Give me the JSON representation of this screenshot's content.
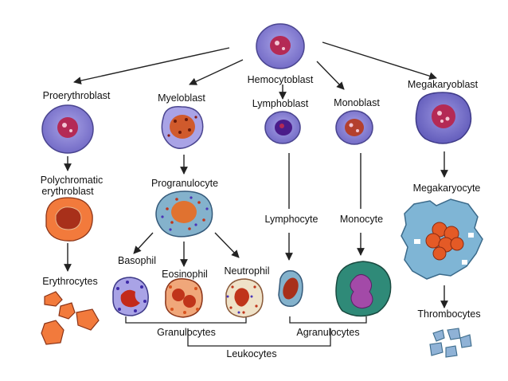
{
  "labels": {
    "hemocytoblast": "Hemocytoblast",
    "proerythroblast": "Proerythroblast",
    "myeloblast": "Myeloblast",
    "lymphoblast": "Lymphoblast",
    "monoblast": "Monoblast",
    "megakaryoblast": "Megakaryoblast",
    "polychromatic_line1": "Polychromatic",
    "polychromatic_line2": "erythroblast",
    "progranulocyte": "Progranulocyte",
    "megakaryocyte": "Megakaryocyte",
    "lymphocyte": "Lymphocyte",
    "monocyte": "Monocyte",
    "basophil": "Basophil",
    "eosinophil": "Eosinophil",
    "neutrophil": "Neutrophil",
    "erythrocytes": "Erythrocytes",
    "thrombocytes": "Thrombocytes",
    "granulocytes": "Granulocytes",
    "agranulocytes": "Agranulocytes",
    "leukocytes": "Leukocytes"
  },
  "colors": {
    "arrow": "#222222",
    "blast_cytoplasm": "#8b84d4",
    "blast_nucleus": "#b42a55",
    "erythro_fill": "#f27a3c",
    "erythro_nucleus": "#a8301a",
    "granulocyte_fill": "#84b2cc",
    "granule_red": "#c0341a",
    "basophil_granule": "#3e2aa8",
    "eosinophil_fill": "#f0a77a",
    "neutrophil_fill": "#efe2c8",
    "monocyte_fill": "#2f8a78",
    "monocyte_nucleus": "#a34aa8",
    "megakaryocyte_fill": "#7fb5d5",
    "thrombocyte_fill": "#8fb2d6"
  }
}
